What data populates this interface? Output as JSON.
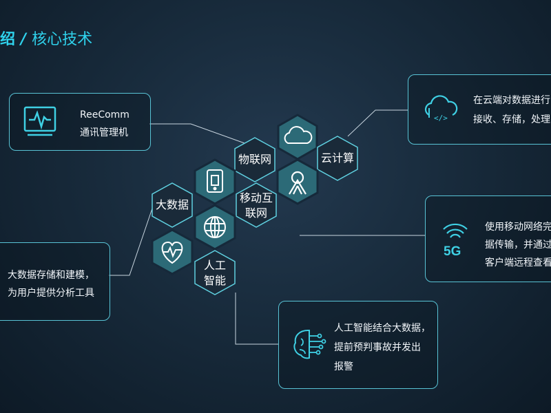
{
  "header": {
    "title_part1": "绍",
    "separator": "/",
    "title_part2": "核心技术"
  },
  "cards": {
    "reecomm": {
      "line1": "ReeComm",
      "line2": "通讯管理机",
      "icon": "monitor-waveform-icon"
    },
    "cloud": {
      "line1": "在云端对数据进行",
      "line2": "接收、存储，处理",
      "icon": "cloud-code-icon"
    },
    "mobile": {
      "line1": "使用移动网络完",
      "line2": "据传输，并通过",
      "line3": "客户端远程查看",
      "icon": "5g-signal-icon",
      "badge": "5G"
    },
    "bigdata": {
      "line1": "大数据存储和建模，",
      "line2": "为用户提供分析工具"
    },
    "ai": {
      "line1": "人工智能结合大数据，",
      "line2": "提前预判事故并发出",
      "line3": "报警",
      "icon": "brain-circuit-icon"
    }
  },
  "hexagons": {
    "iot": "物联网",
    "cloud_computing": "云计算",
    "mobile_internet_1": "移动互",
    "mobile_internet_2": "联网",
    "big_data": "大数据",
    "ai_1": "人工",
    "ai_2": "智能",
    "icons": [
      "cloud-icon",
      "rocket-icon",
      "phone-chip-icon",
      "globe-icon",
      "heart-pulse-icon"
    ]
  },
  "colors": {
    "accent": "#2fd2ec",
    "card_border": "#59c4d6",
    "hex_teal": "#2f6f7c",
    "hex_dark": "#1d2f3f"
  }
}
